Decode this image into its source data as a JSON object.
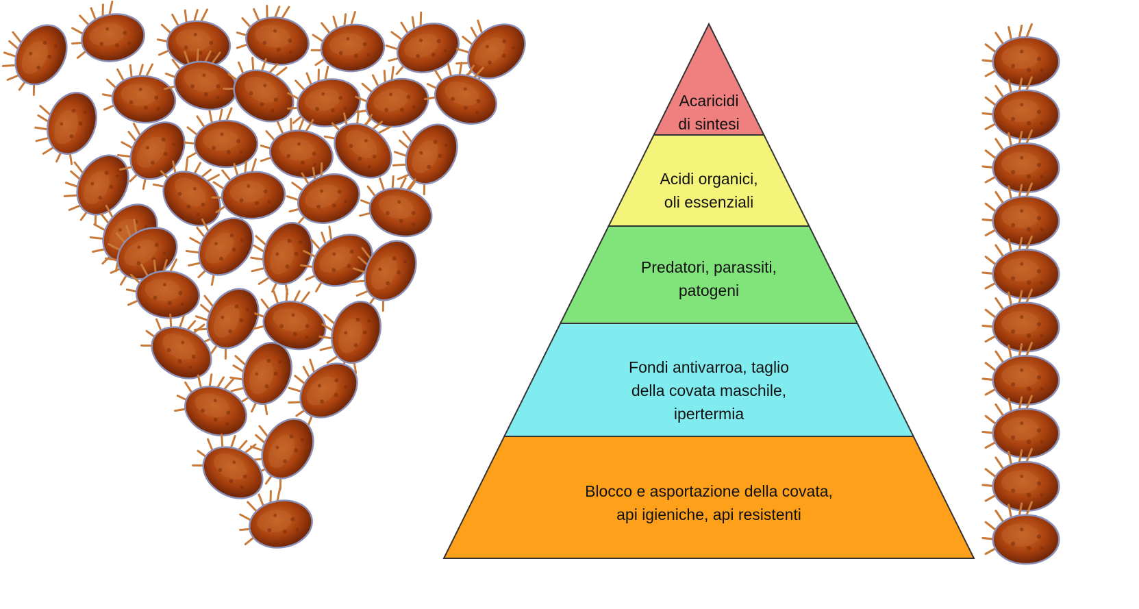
{
  "pyramid": {
    "tiers": [
      {
        "lines": [
          "Acaricidi",
          "di sintesi"
        ],
        "color": "#f08080"
      },
      {
        "lines": [
          "Acidi organici,",
          "oli essenziali"
        ],
        "color": "#f4f47a"
      },
      {
        "lines": [
          "Predatori, parassiti,",
          "patogeni"
        ],
        "color": "#80e47a"
      },
      {
        "lines": [
          "Fondi antivarroa, taglio",
          "della covata maschile,",
          "ipertermia"
        ],
        "color": "#80ecf0"
      },
      {
        "lines": [
          "Blocco e asportazione della covata,",
          "api igieniche, api resistenti"
        ],
        "color": "#ffa01a"
      }
    ],
    "outline_color": "#333333"
  },
  "illustrations": {
    "left": {
      "icon": "varroa-mite-icon",
      "description_shape": "inverted-triangle"
    },
    "right": {
      "icon": "varroa-mite-icon",
      "count": 10
    },
    "mite_color": "#a8400e"
  }
}
